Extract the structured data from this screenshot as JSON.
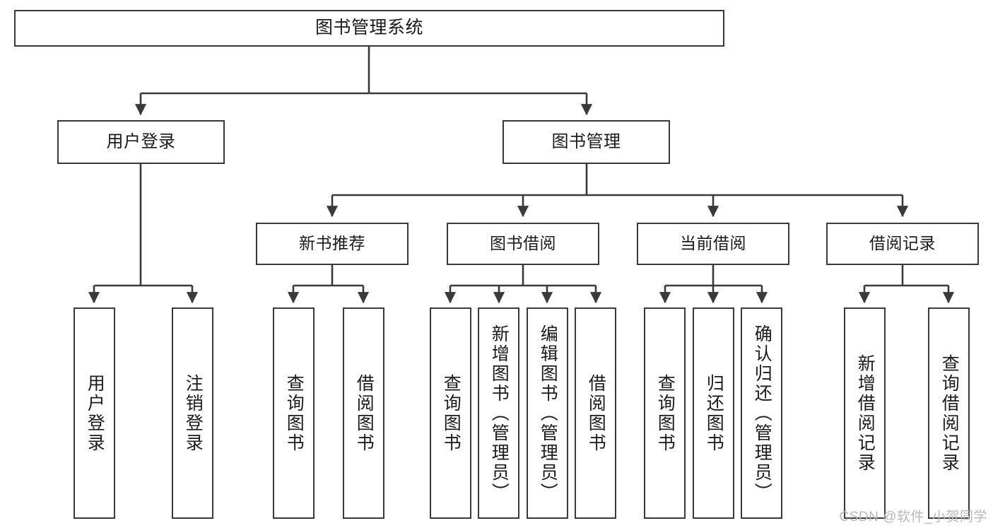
{
  "diagram": {
    "title": "图书管理系统",
    "type": "tree-hierarchy-chart",
    "watermark": "CSDN @软件_小贺同学",
    "colors": {
      "box_border": "#3a3a3a",
      "box_fill": "#ffffff",
      "edge": "#3a3a3a",
      "text": "#1b1b1b",
      "watermark": "#b9b9b9",
      "background": "#ffffff"
    },
    "nodes": {
      "root": {
        "id": "root",
        "label": "图书管理系统",
        "level": 1,
        "orientation": "horizontal"
      },
      "lvl2": [
        {
          "id": "user-login",
          "label": "用户登录",
          "level": 2,
          "orientation": "horizontal"
        },
        {
          "id": "book-manage",
          "label": "图书管理",
          "level": 2,
          "orientation": "horizontal"
        }
      ],
      "lvl3": [
        {
          "id": "new-book-rec",
          "label": "新书推荐",
          "level": 3,
          "orientation": "horizontal"
        },
        {
          "id": "book-borrow",
          "label": "图书借阅",
          "level": 3,
          "orientation": "horizontal"
        },
        {
          "id": "current-borrow",
          "label": "当前借阅",
          "level": 3,
          "orientation": "horizontal"
        },
        {
          "id": "borrow-record",
          "label": "借阅记录",
          "level": 3,
          "orientation": "horizontal"
        }
      ],
      "leaves": [
        {
          "id": "leaf-user-login",
          "label": "用户登录",
          "parent": "user-login",
          "orientation": "vertical"
        },
        {
          "id": "leaf-logout",
          "label": "注销登录",
          "parent": "user-login",
          "orientation": "vertical"
        },
        {
          "id": "leaf-query-book-1",
          "label": "查询图书",
          "parent": "new-book-rec",
          "orientation": "vertical"
        },
        {
          "id": "leaf-borrow-book-1",
          "label": "借阅图书",
          "parent": "new-book-rec",
          "orientation": "vertical"
        },
        {
          "id": "leaf-query-book-2",
          "label": "查询图书",
          "parent": "book-borrow",
          "orientation": "vertical"
        },
        {
          "id": "leaf-add-book",
          "label": "新增图书（管理员）",
          "parent": "book-borrow",
          "orientation": "vertical"
        },
        {
          "id": "leaf-edit-book",
          "label": "编辑图书（管理员）",
          "parent": "book-borrow",
          "orientation": "vertical"
        },
        {
          "id": "leaf-borrow-book-2",
          "label": "借阅图书",
          "parent": "book-borrow",
          "orientation": "vertical"
        },
        {
          "id": "leaf-query-book-3",
          "label": "查询图书",
          "parent": "current-borrow",
          "orientation": "vertical"
        },
        {
          "id": "leaf-return-book",
          "label": "归还图书",
          "parent": "current-borrow",
          "orientation": "vertical"
        },
        {
          "id": "leaf-confirm-return",
          "label": "确认归还（管理员）",
          "parent": "current-borrow",
          "orientation": "vertical"
        },
        {
          "id": "leaf-add-record",
          "label": "新增借阅记录",
          "parent": "borrow-record",
          "orientation": "vertical"
        },
        {
          "id": "leaf-query-record",
          "label": "查询借阅记录",
          "parent": "borrow-record",
          "orientation": "vertical"
        }
      ]
    }
  }
}
